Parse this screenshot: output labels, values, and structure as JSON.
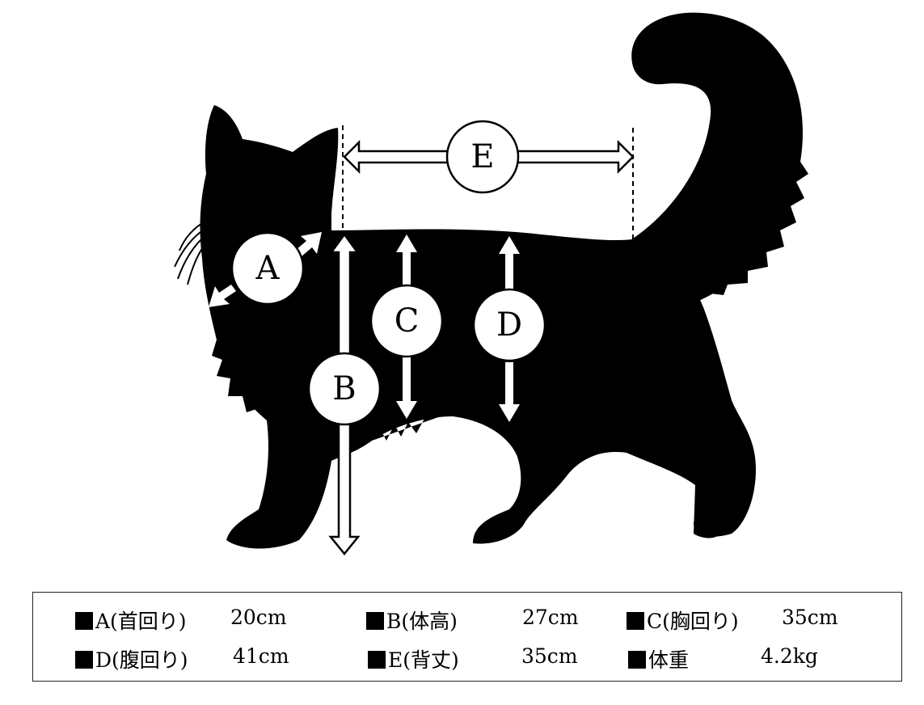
{
  "diagram": {
    "labels": {
      "A": "A",
      "B": "B",
      "C": "C",
      "D": "D",
      "E": "E"
    }
  },
  "legend": {
    "items": [
      {
        "label": "A(首回り)",
        "value": "20cm"
      },
      {
        "label": "B(体高)",
        "value": "27cm"
      },
      {
        "label": "C(胸回り)",
        "value": "35cm"
      },
      {
        "label": "D(腹回り)",
        "value": "41cm"
      },
      {
        "label": "E(背丈)",
        "value": "35cm"
      },
      {
        "label": "体重",
        "value": "4.2kg"
      }
    ]
  },
  "colors": {
    "silhouette": "#000000",
    "marker_fill": "#ffffff",
    "outline": "#000000"
  }
}
